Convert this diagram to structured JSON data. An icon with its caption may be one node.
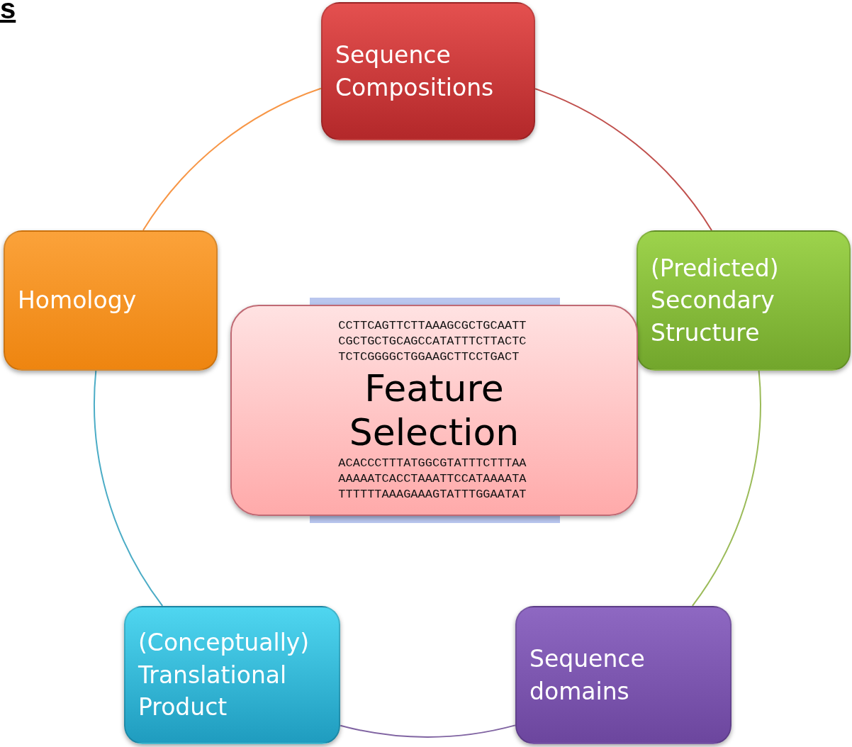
{
  "diagram": {
    "nodes": [
      {
        "text": [
          "Sequence Compositions"
        ]
      },
      {
        "text": [
          "Homology"
        ]
      },
      {
        "text": [
          "(Predicted) Secondary Structure"
        ]
      },
      {
        "text": [
          "CCTTCAGTTCTTAAAGCGCTGCAATT CGCTGCTGCAGCCATATTTCTTACTC TCTCGGGGCTGGAAGCTTCCTGACT",
          "Feature Selection",
          "ACACCCTTTATGGCGTATTTCTTTAA AAAAATCACCTAAATTCCATAAAATA TTTTTTAAAGAAAGTATTTGGAATAT"
        ]
      },
      {
        "text": [
          "(Conceptually) Translational Product"
        ]
      },
      {
        "text": [
          "Sequence domains"
        ]
      }
    ],
    "edges": [
      {
        "from": 0,
        "to": 2,
        "arrow": "none",
        "color": "#c0504d"
      },
      {
        "from": 2,
        "to": 5,
        "arrow": "none",
        "color": "#9bbb59"
      },
      {
        "from": 5,
        "to": 4,
        "arrow": "none",
        "color": "#8064a2"
      },
      {
        "from": 4,
        "to": 1,
        "arrow": "none",
        "color": "#4bacc6"
      },
      {
        "from": 1,
        "to": 0,
        "arrow": "none",
        "color": "#f79646"
      }
    ],
    "labels": [
      "s"
    ]
  }
}
